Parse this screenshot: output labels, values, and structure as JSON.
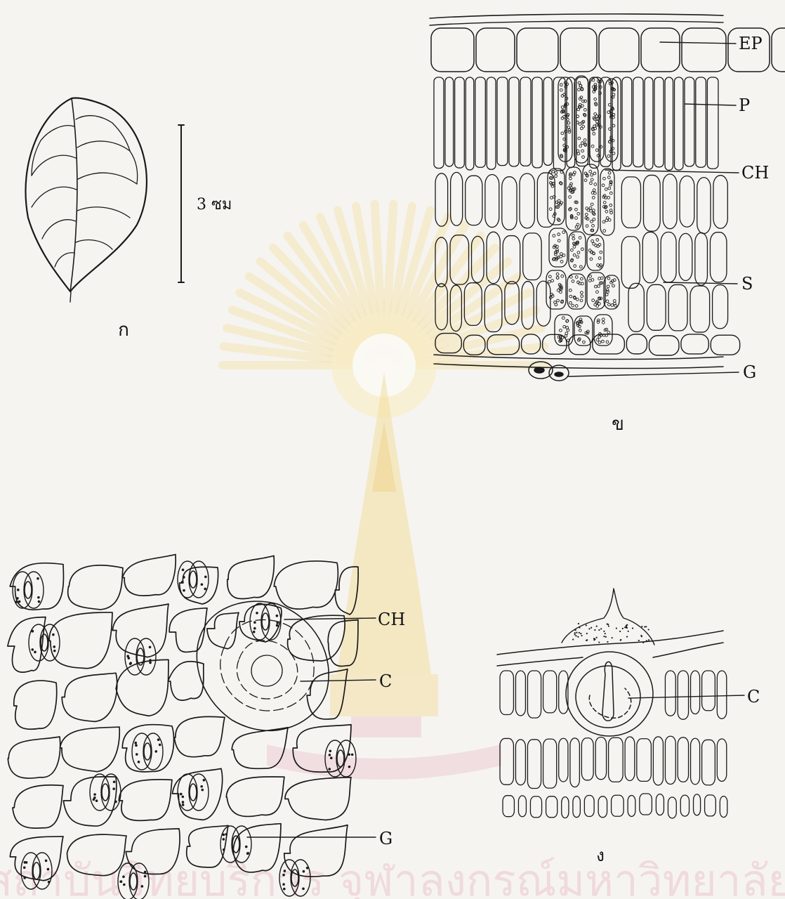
{
  "panels": {
    "a": {
      "caption": "ก",
      "scale_label": "3 ซม"
    },
    "b": {
      "caption": "ข",
      "labels": {
        "epidermis": "EP",
        "palisade": "P",
        "chlorenchyma": "CH",
        "spongy": "S",
        "gland": "G"
      }
    },
    "c": {
      "labels": {
        "chlorenchyma": "CH",
        "crystal": "C",
        "gland": "G"
      }
    },
    "d": {
      "caption": "ง",
      "labels": {
        "crystal": "C"
      }
    }
  },
  "watermark": {
    "text": "สถาบันวิทยบริการ จุฬาลงกรณ์มหาวิทยาลัย",
    "color": "#f2c84b",
    "accent_color": "#e8a0b0"
  },
  "colors": {
    "ink": "#1a1a1a",
    "paper": "#f5f4f1"
  }
}
